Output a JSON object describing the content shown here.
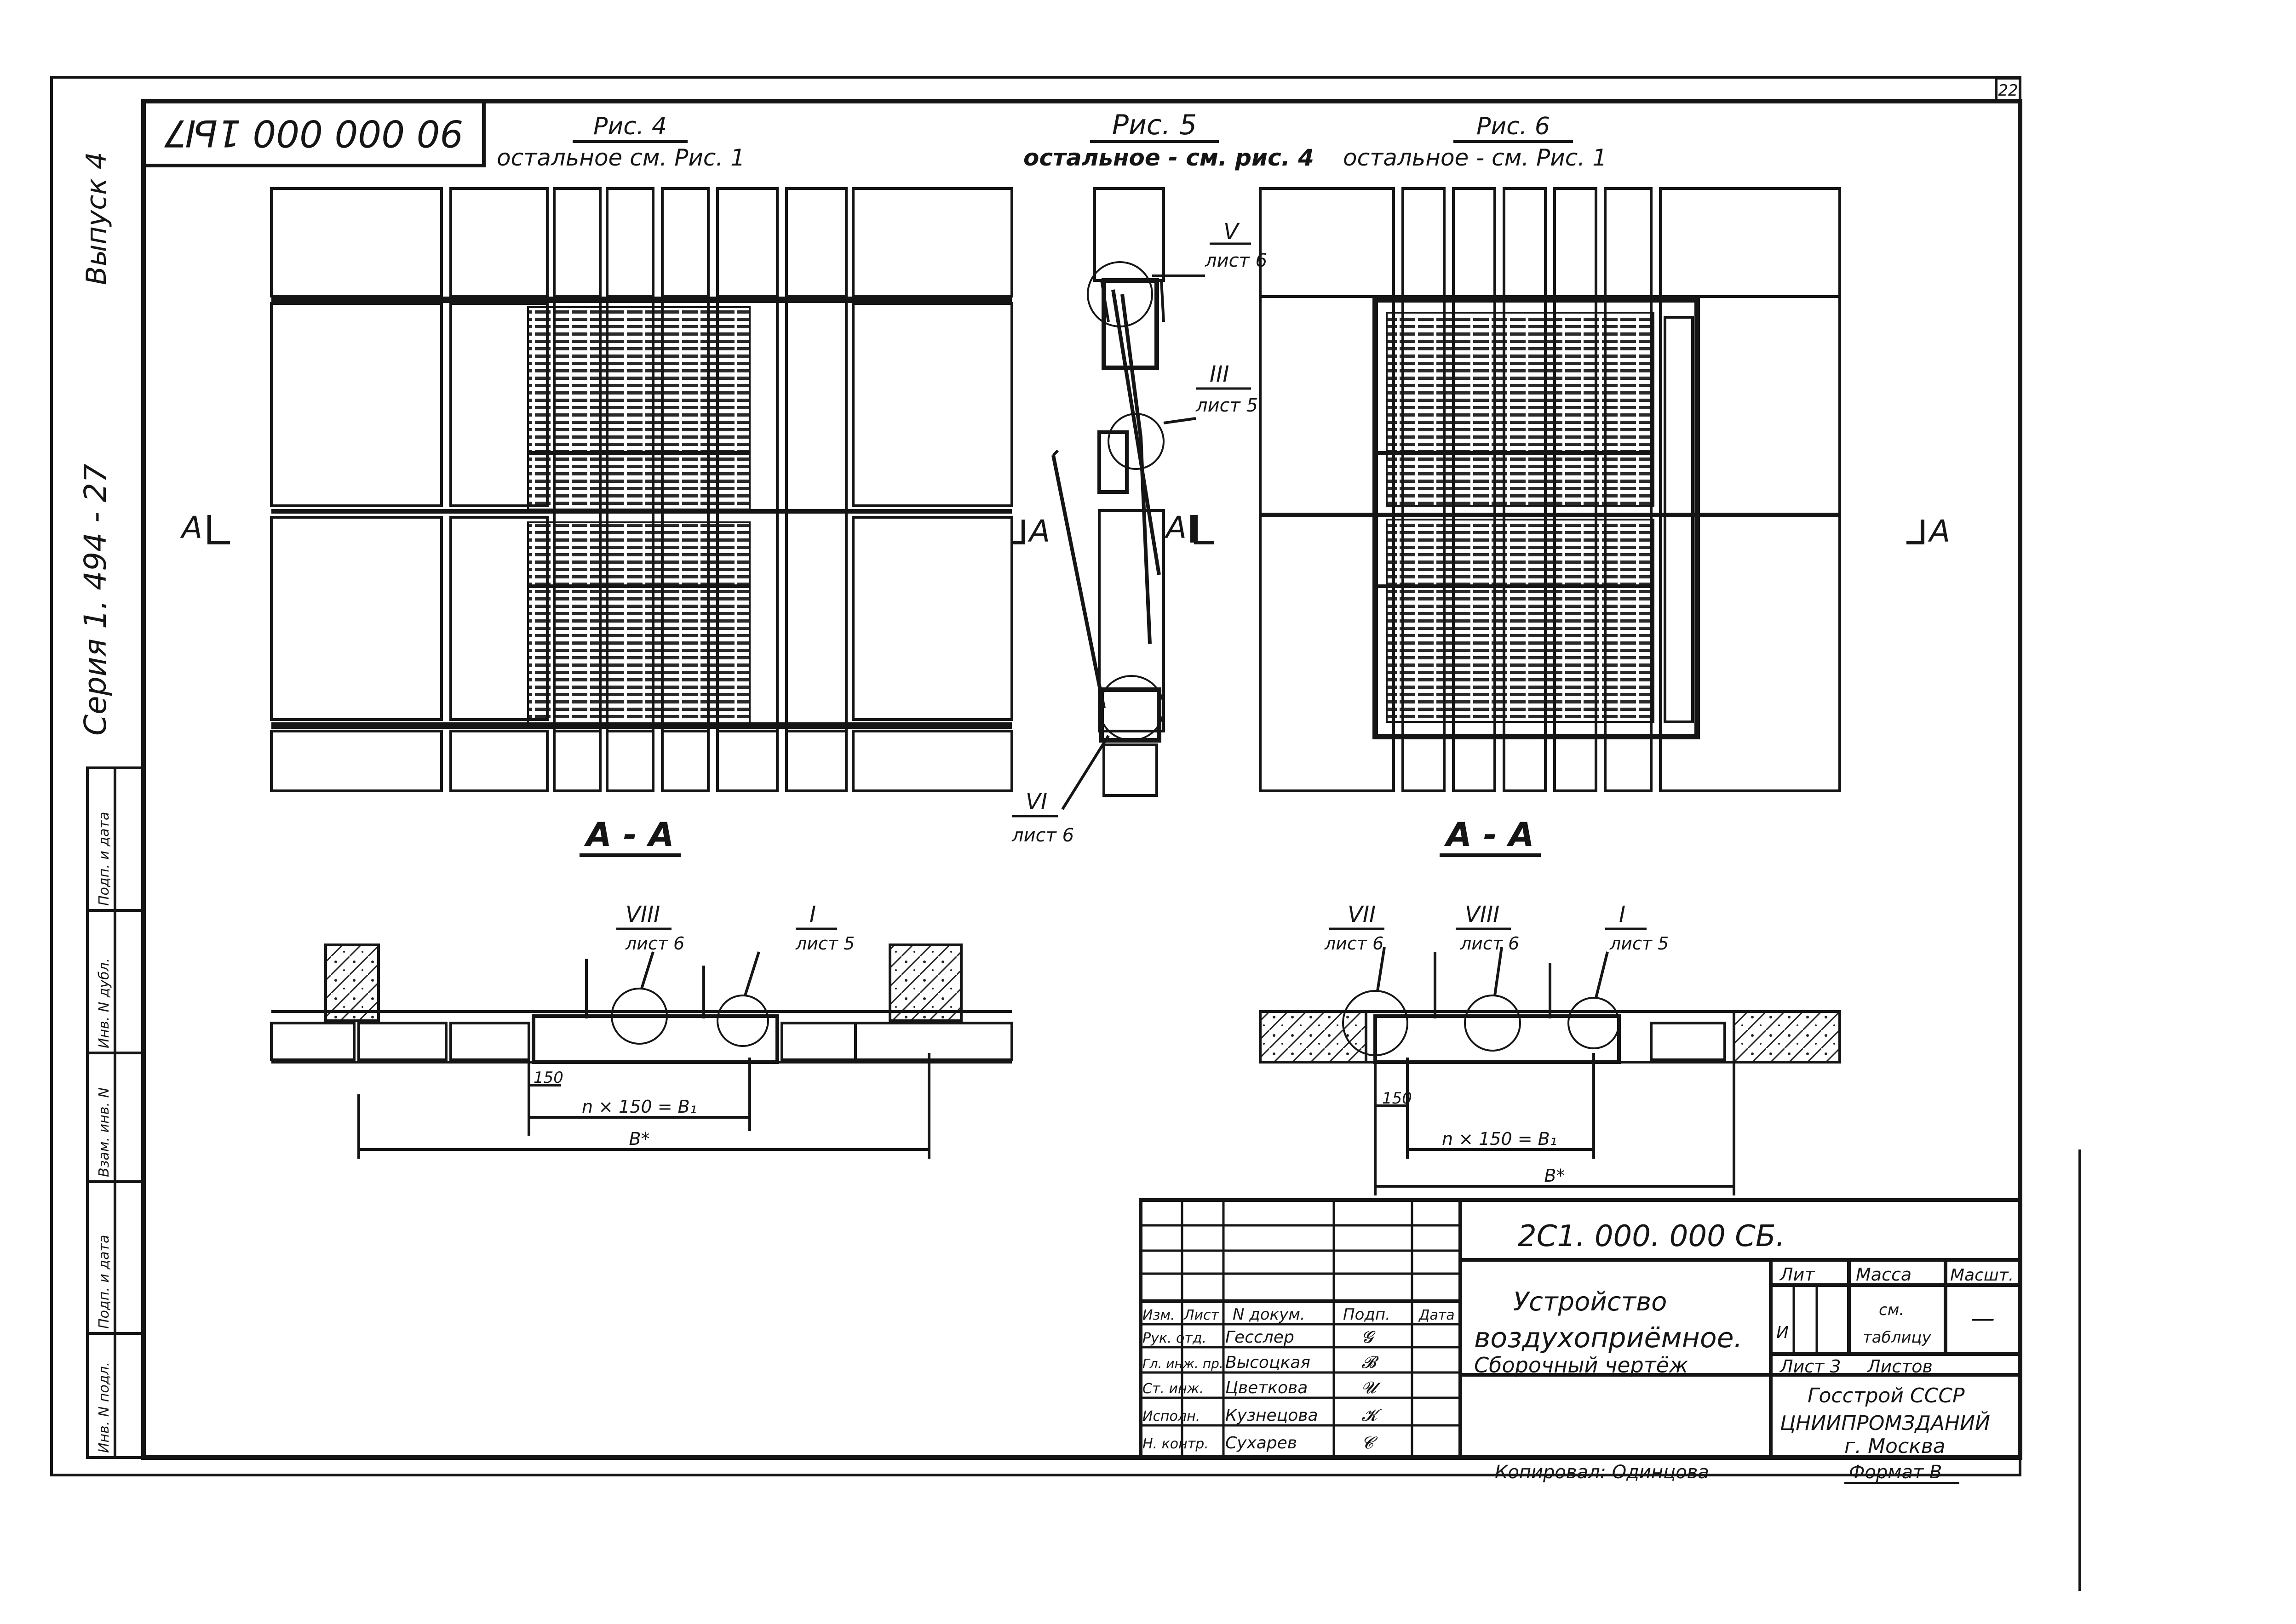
{
  "sheet": {
    "mirrored_code": "90 000 000 1Ы7",
    "page_no": "22",
    "side_vypusk": "Выпуск 4",
    "side_seria": "Серия 1. 494 - 27"
  },
  "left_strip": [
    "Инв. N подл.",
    "Подп. и дата",
    "Взам. инв. N",
    "Инв. N дубл.",
    "Подп. и дата"
  ],
  "figures": {
    "fig4": {
      "title": "Рис. 4",
      "note": "остальное см. Рис. 1"
    },
    "fig5": {
      "title": "Рис. 5",
      "note": "остальное - см. рис. 4"
    },
    "fig6": {
      "title": "Рис. 6",
      "note": "остальное - см. Рис. 1"
    }
  },
  "section_marks": {
    "letter": "А",
    "view_label_left": "А - А",
    "view_label_right": "А - А"
  },
  "callouts": {
    "c_V": {
      "num": "V",
      "sheet": "лист 6"
    },
    "c_III": {
      "num": "III",
      "sheet": "лист 5"
    },
    "c_VI": {
      "num": "VI",
      "sheet": "лист 6"
    },
    "c_VIII_left": {
      "num": "VIII",
      "sheet": "лист 6"
    },
    "c_I_left": {
      "num": "I",
      "sheet": "лист 5"
    },
    "c_VII_right": {
      "num": "VII",
      "sheet": "лист 6"
    },
    "c_VIII_right": {
      "num": "VIII",
      "sheet": "лист 6"
    },
    "c_I_right": {
      "num": "I",
      "sheet": "лист 5"
    }
  },
  "dimensions": {
    "left": {
      "d150": "150",
      "dn": "n × 150 = B₁",
      "dB": "B*"
    },
    "right": {
      "d150": "150",
      "dn": "n × 150 = B₁",
      "dB": "B*"
    }
  },
  "title_block": {
    "code": "2С1. 000. 000 СБ.",
    "name_line1": "Устройство",
    "name_line2": "воздухоприёмное.",
    "name_line3": "Сборочный чертёж",
    "col_headers": [
      "Изм.",
      "Лист",
      "N докум.",
      "Подп.",
      "Дата"
    ],
    "people": [
      {
        "role": "Рук. отд.",
        "name": "Гесслер",
        "sign": "𝓖"
      },
      {
        "role": "Гл. инж. пр.",
        "name": "Высоцкая",
        "sign": "𝓑"
      },
      {
        "role": "Ст. инж.",
        "name": "Цветкова",
        "sign": "𝓤"
      },
      {
        "role": "Исполн.",
        "name": "Кузнецова",
        "sign": "𝓚"
      },
      {
        "role": "Н. контр.",
        "name": "Сухарев",
        "sign": "𝓒"
      }
    ],
    "lit_header": "Лит",
    "mass_header": "Масса",
    "scale_header": "Масшт.",
    "lit_value": "И",
    "mass_value_1": "см.",
    "mass_value_2": "таблицу",
    "scale_value": "—",
    "sheet_label": "Лист 3",
    "sheets_label": "Листов",
    "org_line1": "Госстрой СССР",
    "org_line2": "ЦНИИПРОМЗДАНИЙ",
    "org_line3": "г. Москва"
  },
  "footer": {
    "copied_by": "Копировал: Одинцова",
    "format": "Формат В"
  }
}
